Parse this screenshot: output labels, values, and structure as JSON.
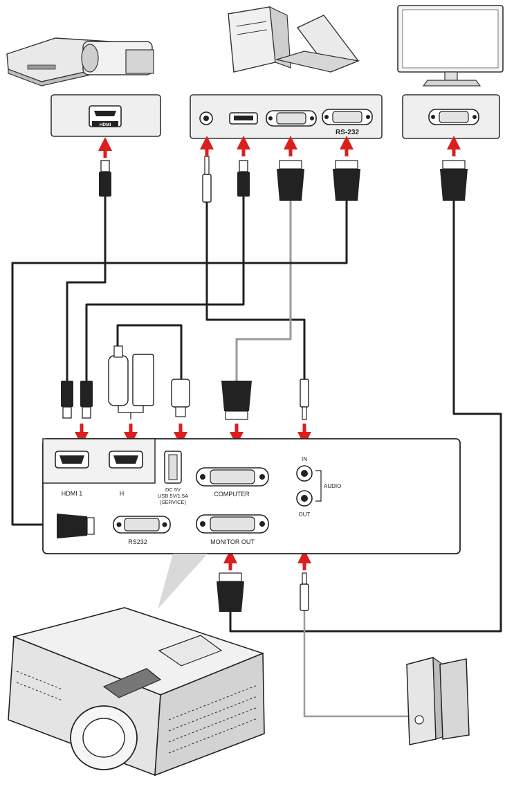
{
  "source_devices": {
    "video_port_label": "HDMI",
    "computer_serial_label": "RS-232"
  },
  "projector_panel": {
    "hdmi1_label": "HDMI 1",
    "hdmi2_label": "H",
    "usb_label_line1": "DC 5V",
    "usb_label_line2": "USB 5V/1.5A",
    "usb_label_line3": "(SERVICE)",
    "computer_label": "COMPUTER",
    "audio_in_label": "IN",
    "audio_out_label": "OUT",
    "audio_label": "AUDIO",
    "rs232_label": "RS232",
    "monitor_out_label": "MONITOR OUT"
  },
  "colors": {
    "arrow": "#d9201f",
    "panel_bg": "#efefef",
    "cable_dark": "#1f1f1f",
    "cable_grey": "#9a9a9a"
  }
}
